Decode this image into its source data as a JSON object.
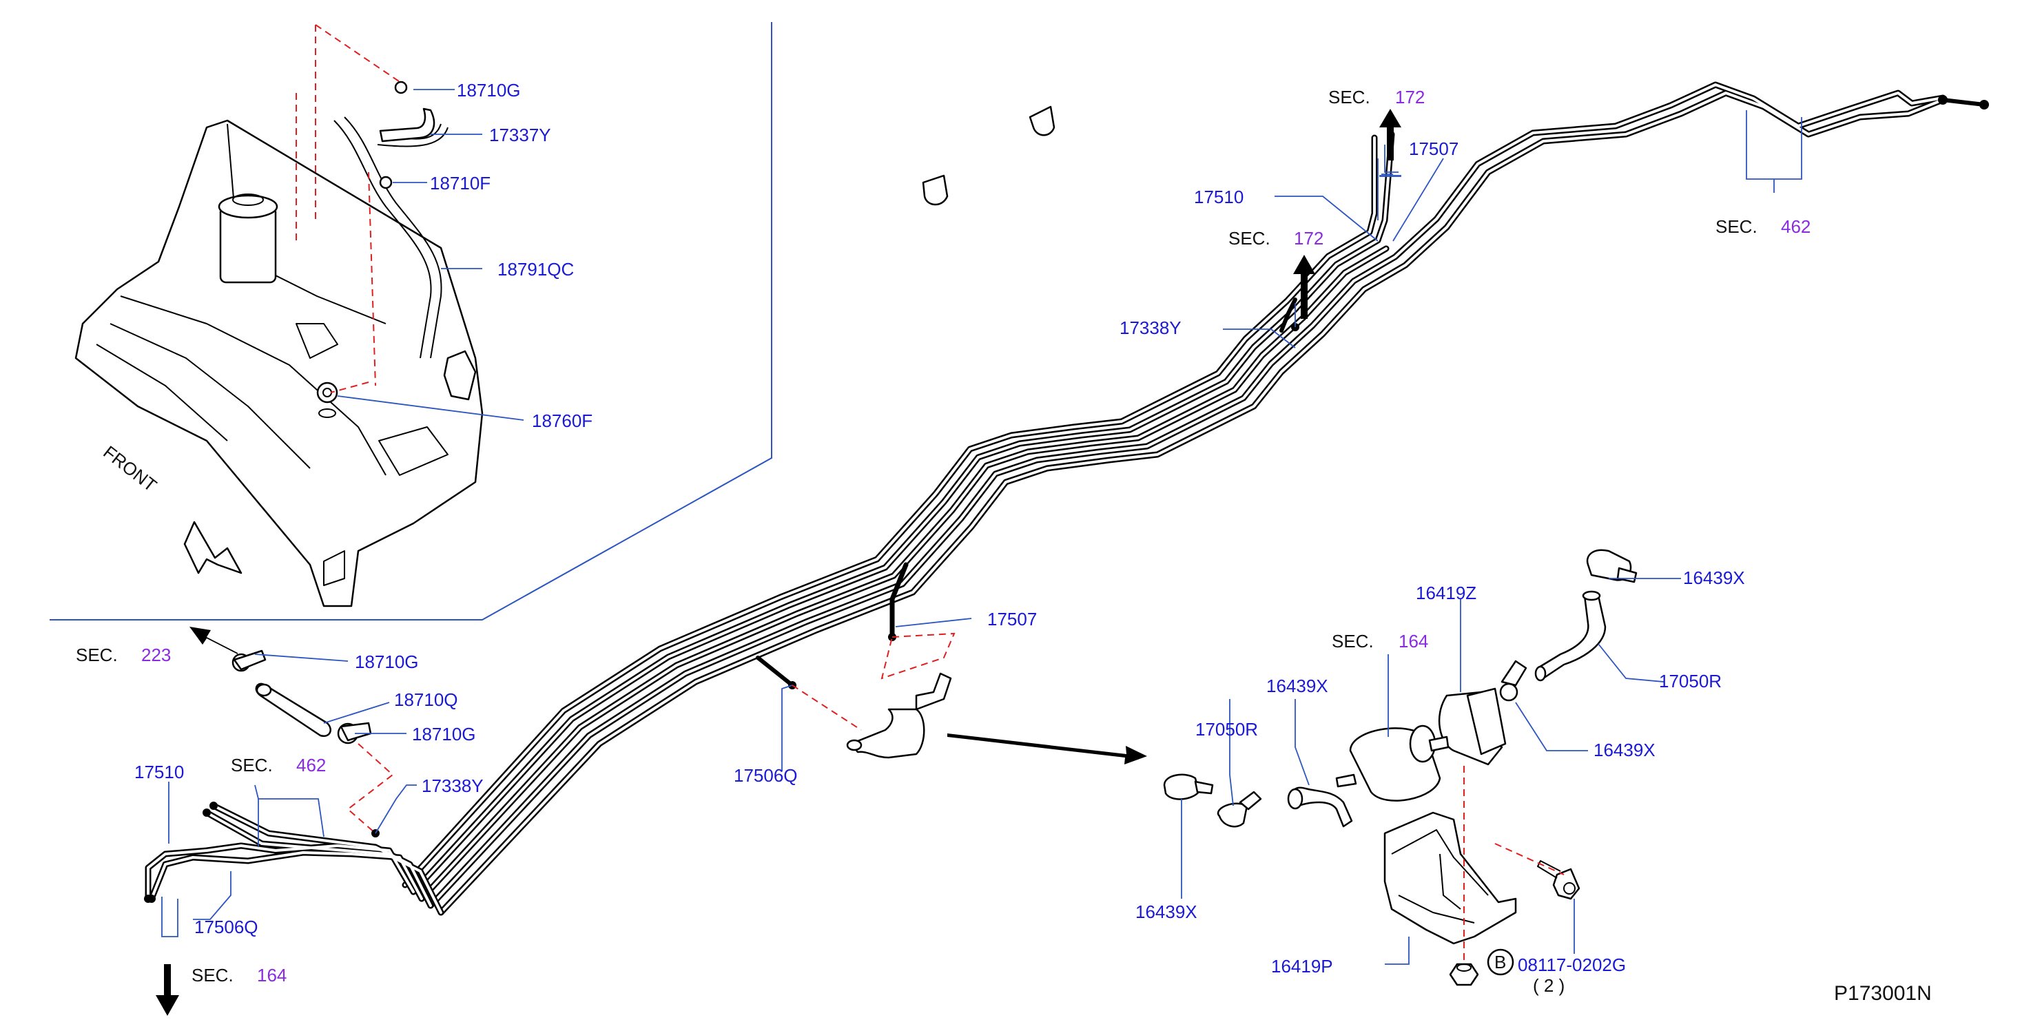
{
  "diagram_code": "P173001N",
  "front_label": "FRONT",
  "sec_word": "SEC.",
  "sections": {
    "s172a": "172",
    "s172b": "172",
    "s462a": "462",
    "s462b": "462",
    "s223": "223",
    "s164a": "164",
    "s164b": "164"
  },
  "parts": {
    "p18710G_top": "18710G",
    "p17337Y": "17337Y",
    "p18710F": "18710F",
    "p18791QC": "18791QC",
    "p18760F": "18760F",
    "p18710G_a": "18710G",
    "p18710Q": "18710Q",
    "p18710G_b": "18710G",
    "p17338Y_left": "17338Y",
    "p17510_left": "17510",
    "p17506Q_left": "17506Q",
    "p17506Q_mid": "17506Q",
    "p17507_mid": "17507",
    "p17510_top": "17510",
    "p17507_top": "17507",
    "p17338Y_top": "17338Y",
    "p16439X_tr": "16439X",
    "p16419Z": "16419Z",
    "p17050R_right": "17050R",
    "p16439X_mr": "16439X",
    "p16439X_mid": "16439X",
    "p17050R_left": "17050R",
    "p16439X_bl": "16439X",
    "p16419P": "16419P",
    "p08117": "08117-0202G",
    "qty": "( 2 )",
    "b_mark": "B"
  }
}
